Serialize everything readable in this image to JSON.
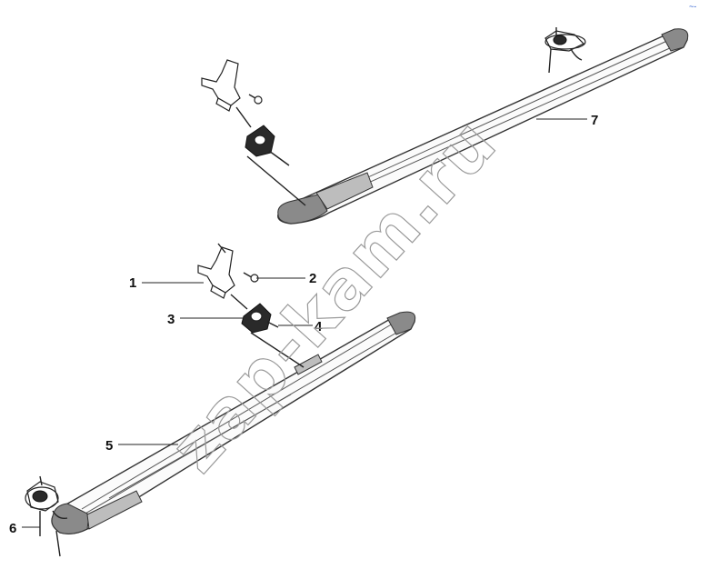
{
  "diagram": {
    "callouts": [
      {
        "id": "1",
        "label": "1"
      },
      {
        "id": "2",
        "label": "2"
      },
      {
        "id": "3",
        "label": "3"
      },
      {
        "id": "4",
        "label": "4"
      },
      {
        "id": "5",
        "label": "5"
      },
      {
        "id": "6",
        "label": "6"
      },
      {
        "id": "7",
        "label": "7"
      }
    ],
    "watermark": "zap-kam.ru",
    "corner_mark": "~-"
  }
}
